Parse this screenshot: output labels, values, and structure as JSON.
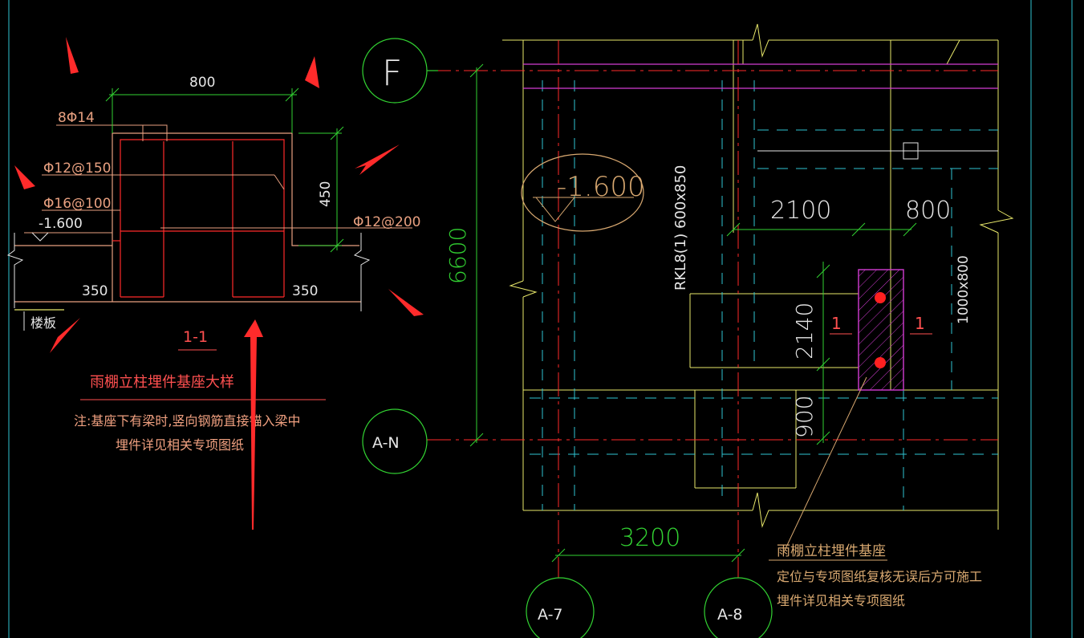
{
  "colors": {
    "background": "#000000",
    "yellow": "#e8e86a",
    "green": "#32d232",
    "cyan": "#2fc4d2",
    "red": "#ff2a2a",
    "magenta": "#d23cd2",
    "white": "#e6e6e6",
    "salmon": "#f0a080",
    "tan": "#d8a870",
    "pink": "#ff5050",
    "arrow": "#ff2b2b"
  },
  "section_detail": {
    "dim_top": "800",
    "rebar_top": "8Φ14",
    "stirrup_1": "Φ12@150",
    "stirrup_2": "Φ16@100",
    "rebar_right": "Φ12@200",
    "dim_height": "450",
    "elevation": "-1.600",
    "dim_left": "350",
    "dim_right": "350",
    "floor_label": "楼板",
    "section_mark": "1-1",
    "title": "雨棚立柱埋件基座大样",
    "note_line1": "注:基座下有梁时,竖向钢筋直接锚入梁中",
    "note_line2": "埋件详见相关专项图纸"
  },
  "plan": {
    "grid_F": "F",
    "grid_AN": "A-N",
    "grid_A7": "A-7",
    "grid_A8": "A-8",
    "dim_6600": "6600",
    "dim_3200": "3200",
    "dim_2100": "2100",
    "dim_800": "800",
    "dim_2140": "2140",
    "dim_900": "900",
    "beam_label": "RKL8(1) 600x850",
    "elevation": "-1.600",
    "size_label": "1000x800",
    "section_tag_left": "1",
    "section_tag_right": "1",
    "callout_title": "雨棚立柱埋件基座",
    "callout_line1": "定位与专项图纸复核无误后方可施工",
    "callout_line2": "埋件详见相关专项图纸"
  }
}
